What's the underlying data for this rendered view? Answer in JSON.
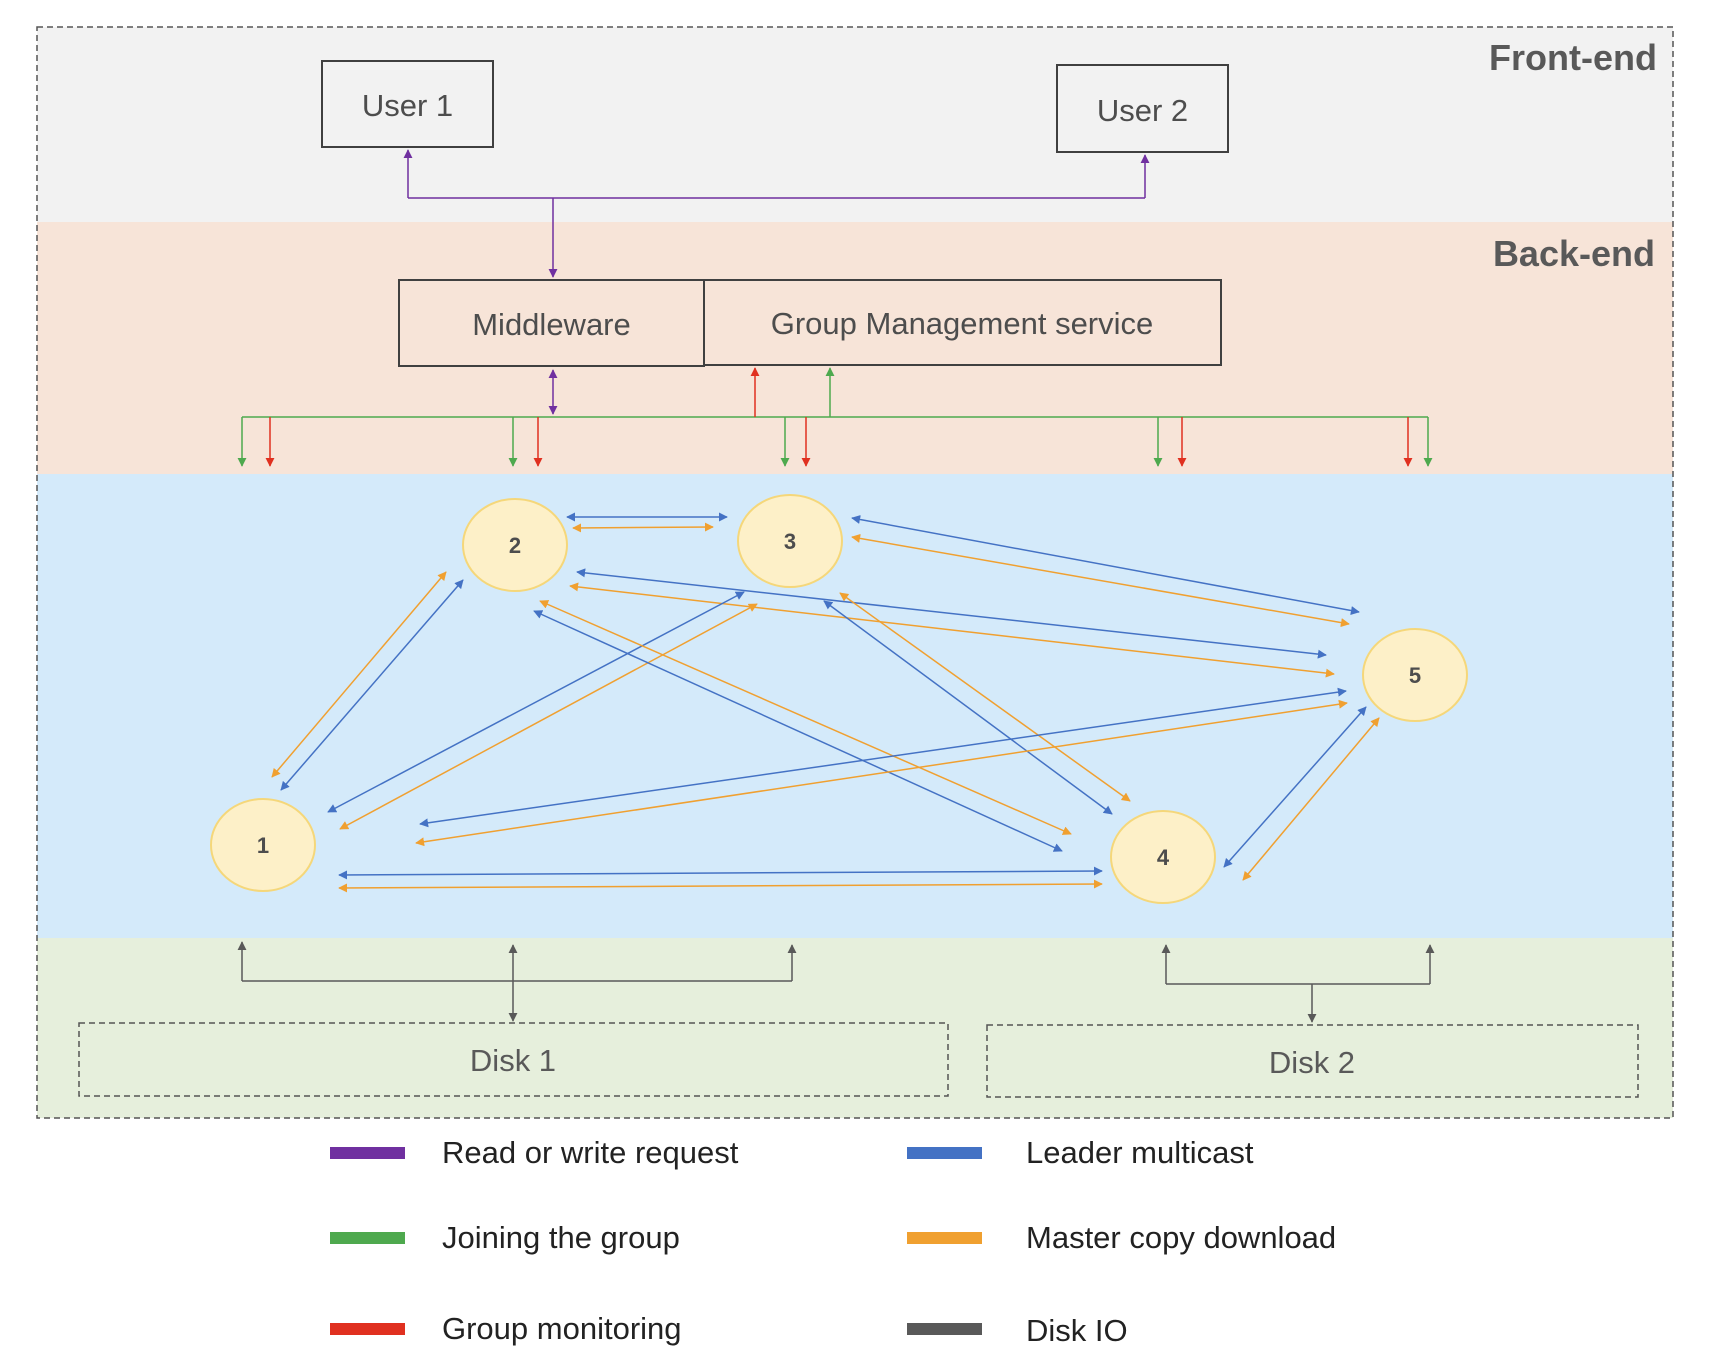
{
  "bands": {
    "frontend": {
      "title": "Front-end"
    },
    "backend": {
      "title": "Back-end"
    }
  },
  "boxes": {
    "user1": "User 1",
    "user2": "User 2",
    "middleware": "Middleware",
    "group_management": "Group Management service",
    "disk1": "Disk 1",
    "disk2": "Disk 2"
  },
  "nodes": [
    "1",
    "2",
    "3",
    "4",
    "5"
  ],
  "legend": [
    {
      "label": "Read or write request",
      "color": "#7030a0"
    },
    {
      "label": "Leader multicast",
      "color": "#4472c4"
    },
    {
      "label": "Joining the group",
      "color": "#4ea94e"
    },
    {
      "label": "Master copy download",
      "color": "#f0a030"
    },
    {
      "label": "Group monitoring",
      "color": "#e03020"
    },
    {
      "label": "Disk IO",
      "color": "#595959"
    }
  ],
  "colors": {
    "frontend_band": "#f2f2f2",
    "backend_band": "#f7e4d8",
    "node_band": "#d4eafa",
    "disk_band": "#e6efdc",
    "node_fill": "#fdf0c8",
    "node_stroke": "#f5d77a"
  }
}
